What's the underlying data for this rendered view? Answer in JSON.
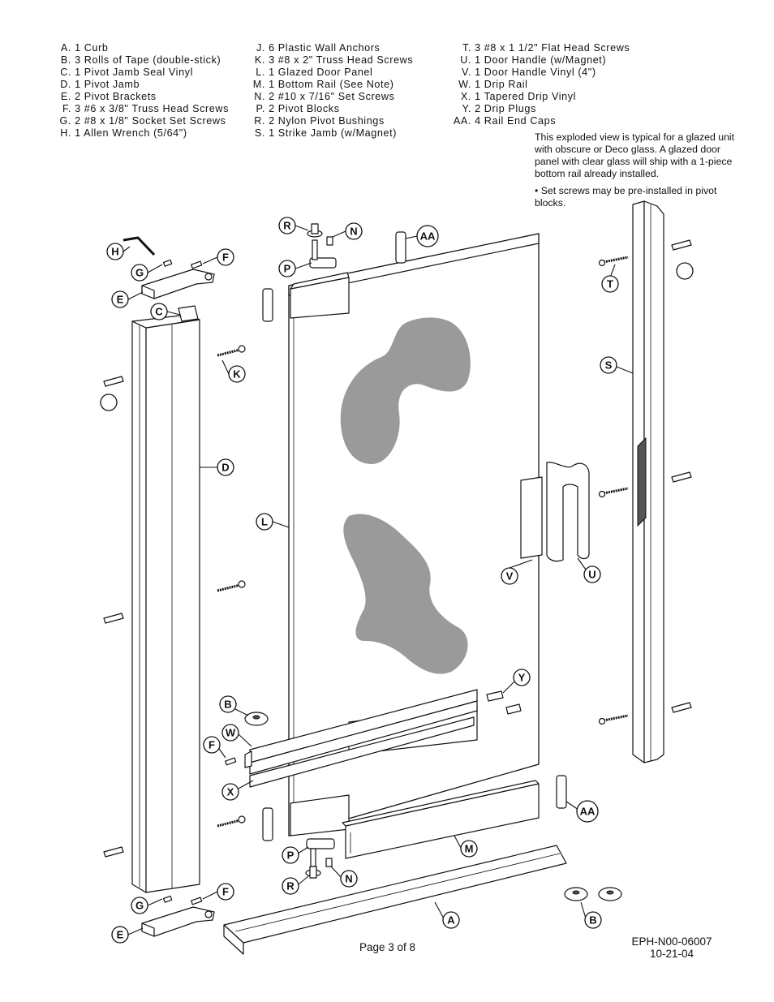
{
  "parts_list": {
    "column1": [
      {
        "key": "A.",
        "text": "1 Curb"
      },
      {
        "key": "B.",
        "text": "3 Rolls of Tape (double-stick)"
      },
      {
        "key": "C.",
        "text": "1 Pivot Jamb Seal Vinyl"
      },
      {
        "key": "D.",
        "text": "1 Pivot Jamb"
      },
      {
        "key": "E.",
        "text": "2 Pivot Brackets"
      },
      {
        "key": "F.",
        "text": "3 #6 x 3/8\" Truss Head Screws"
      },
      {
        "key": "G.",
        "text": "2 #8 x 1/8\" Socket Set Screws"
      },
      {
        "key": "H.",
        "text": "1 Allen Wrench (5/64\")"
      }
    ],
    "column2": [
      {
        "key": "J.",
        "text": "6 Plastic Wall Anchors"
      },
      {
        "key": "K.",
        "text": "3 #8 x 2\" Truss Head Screws"
      },
      {
        "key": "L.",
        "text": "1 Glazed Door Panel"
      },
      {
        "key": "M.",
        "text": "1 Bottom Rail (See Note)"
      },
      {
        "key": "N.",
        "text": "2 #10 x 7/16\" Set Screws"
      },
      {
        "key": "P.",
        "text": "2 Pivot Blocks"
      },
      {
        "key": "R.",
        "text": "2 Nylon Pivot Bushings"
      },
      {
        "key": "S.",
        "text": "1 Strike Jamb (w/Magnet)"
      }
    ],
    "column3": [
      {
        "key": "T.",
        "text": "3 #8 x 1 1/2\" Flat Head Screws"
      },
      {
        "key": "U.",
        "text": "1 Door Handle (w/Magnet)"
      },
      {
        "key": "V.",
        "text": "1 Door Handle Vinyl (4\")"
      },
      {
        "key": "W.",
        "text": "1 Drip Rail"
      },
      {
        "key": "X.",
        "text": "1 Tapered Drip Vinyl"
      },
      {
        "key": "Y.",
        "text": "2 Drip Plugs"
      },
      {
        "key": "AA.",
        "text": "4 Rail End Caps"
      }
    ]
  },
  "notes": {
    "glazing": "This exploded view is typical for a glazed unit with obscure or Deco glass.  A glazed door panel with clear glass will ship with a 1-piece bottom rail already installed.",
    "set_screws": "•  Set screws may be pre-installed in pivot blocks."
  },
  "callouts": {
    "R": "R",
    "N": "N",
    "AA": "AA",
    "P": "P",
    "H": "H",
    "G": "G",
    "F": "F",
    "E": "E",
    "C": "C",
    "K": "K",
    "D": "D",
    "L": "L",
    "T": "T",
    "S": "S",
    "V": "V",
    "U": "U",
    "Y": "Y",
    "B": "B",
    "W": "W",
    "X": "X",
    "M": "M",
    "A": "A",
    "blank": ""
  },
  "footer": {
    "page": "Page 3 of 8",
    "doc_number": "EPH-N00-06007",
    "date": "10-21-04"
  }
}
